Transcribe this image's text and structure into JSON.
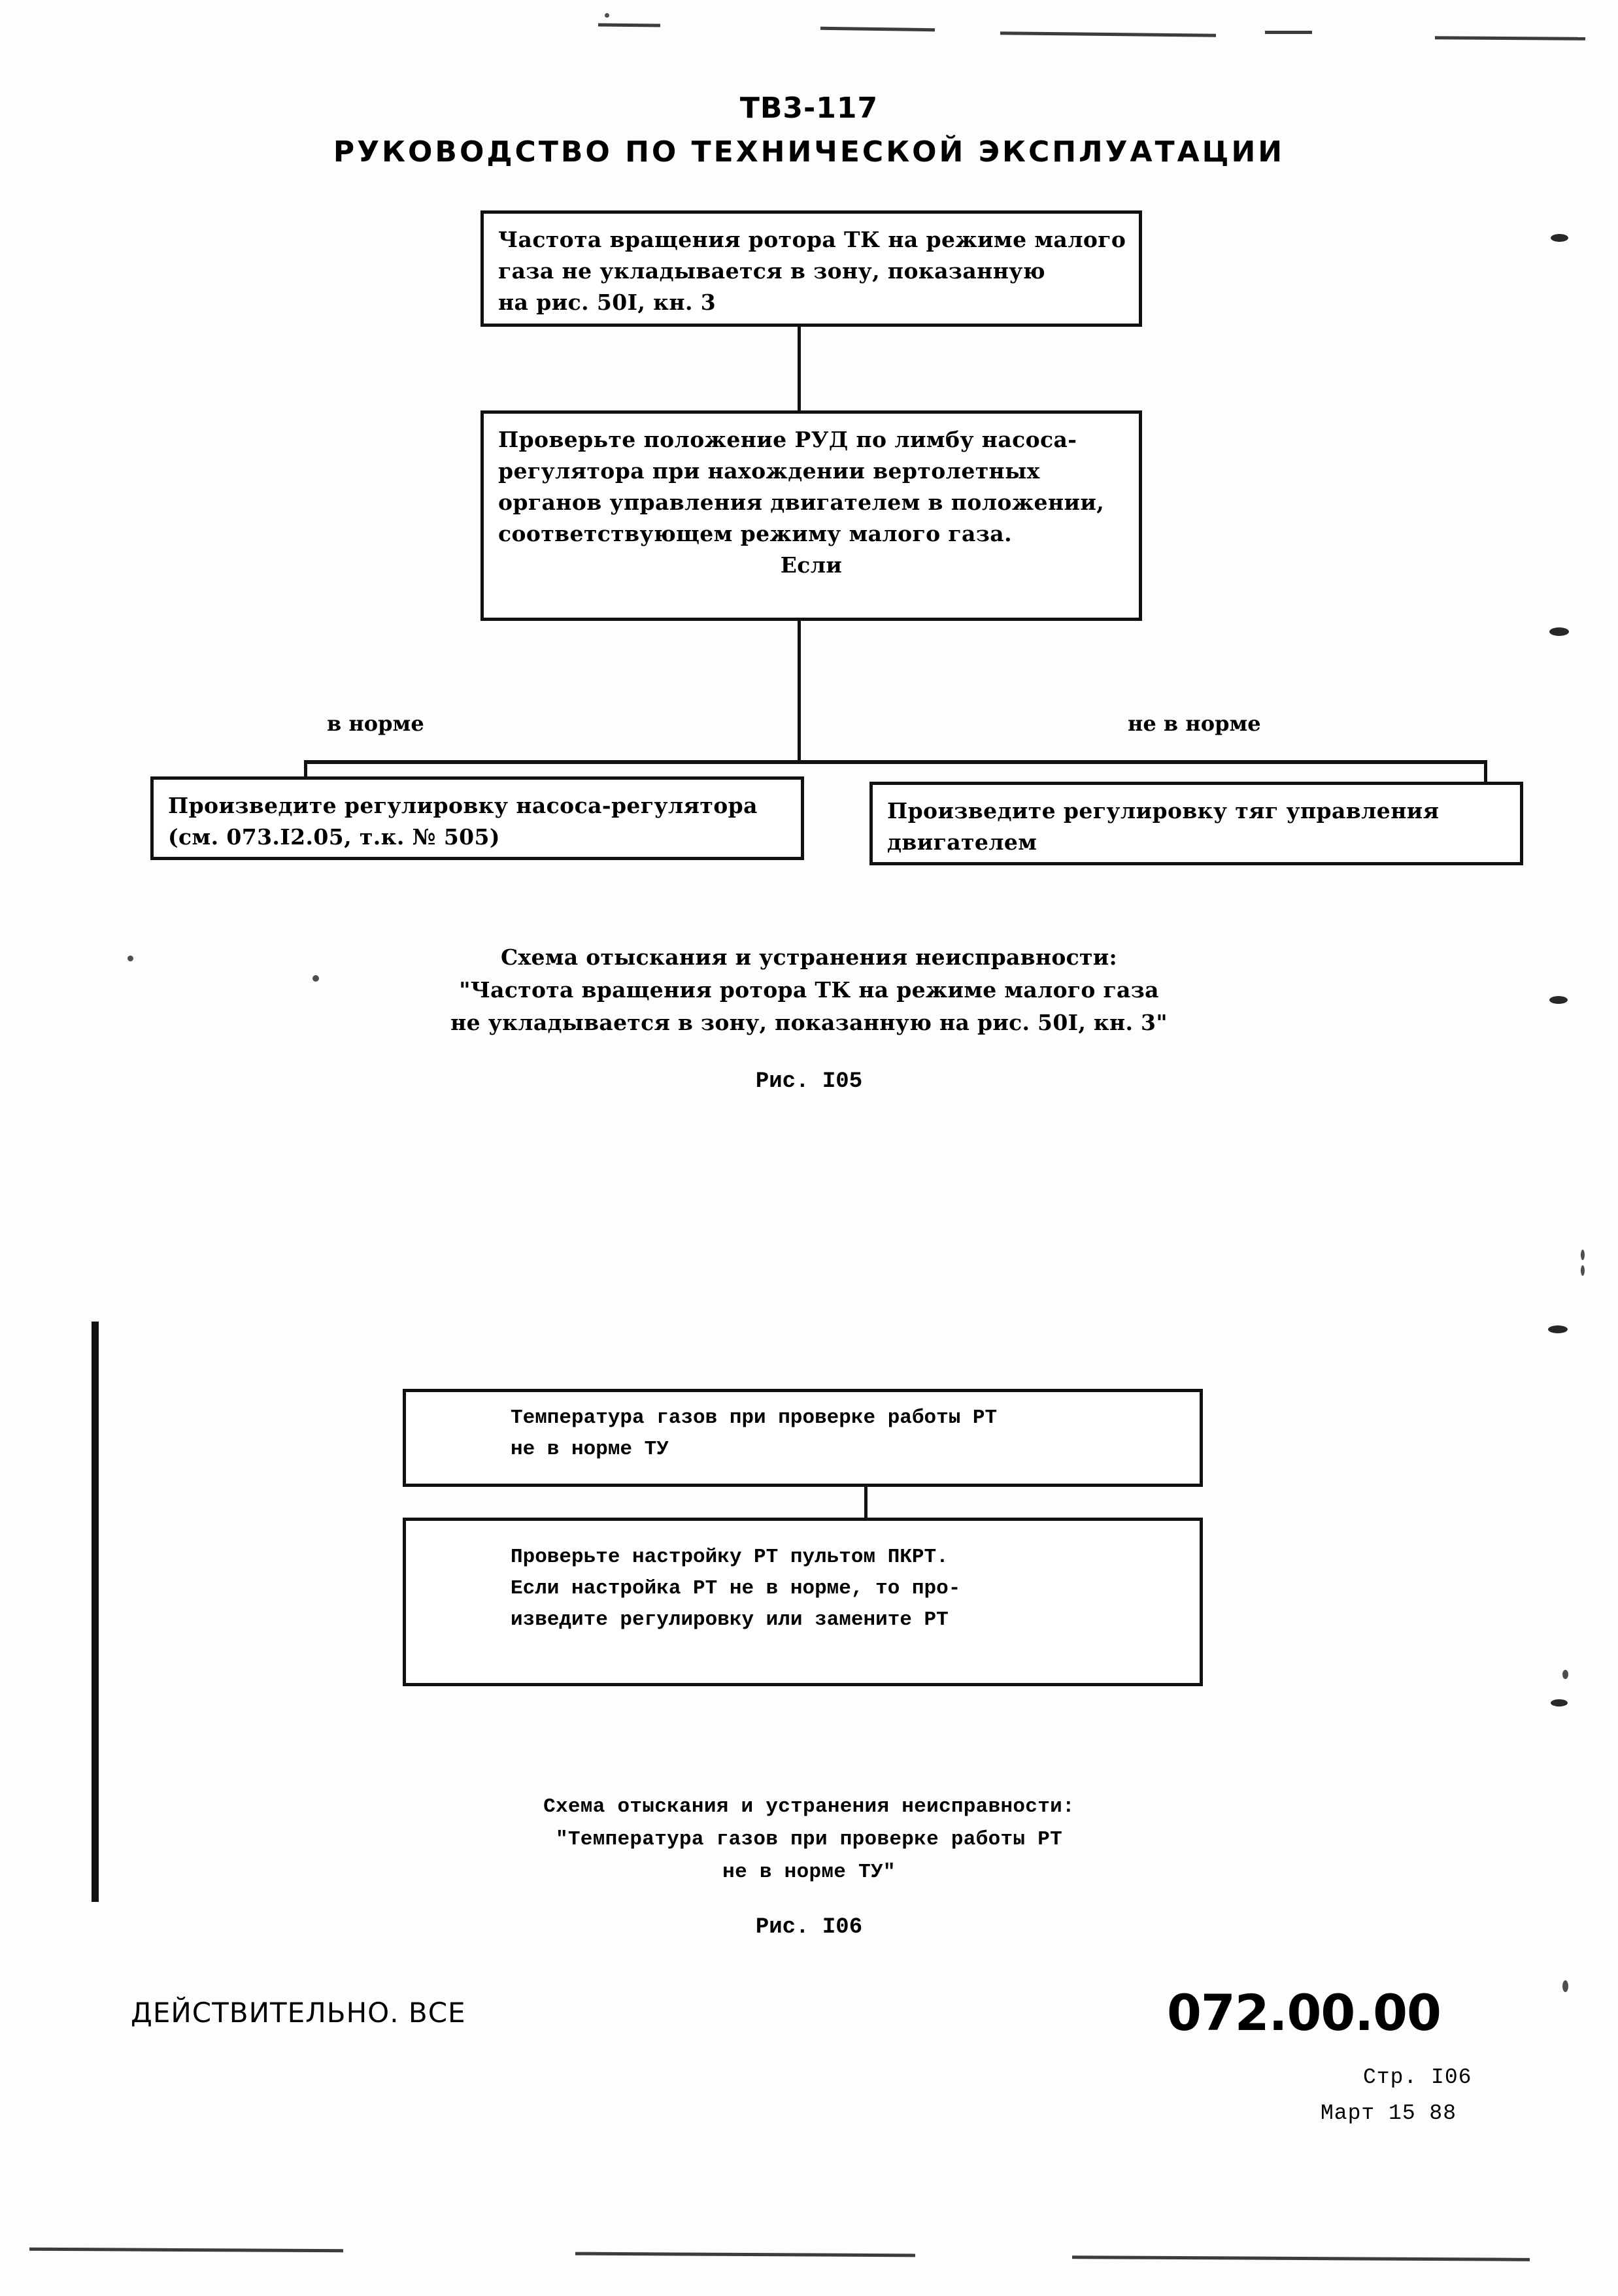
{
  "header": {
    "model": "ТВ3-117",
    "title": "РУКОВОДСТВО ПО ТЕХНИЧЕСКОЙ ЭКСПЛУАТАЦИИ"
  },
  "figure_105": {
    "problem_box": {
      "lines": [
        "Частота вращения ротора ТК на режиме малого",
        "газа не укладывается в зону, показанную",
        "на рис. 50I, кн. 3"
      ]
    },
    "check_box": {
      "lines": [
        "Проверьте положение РУД по лимбу насоса-",
        "регулятора при нахождении вертолетных",
        "органов управления двигателем в положении,",
        "соответствующем режиму малого газа."
      ],
      "condition": "Если"
    },
    "branch_left_label": "в норме",
    "branch_right_label": "не в норме",
    "action_left_box": {
      "lines": [
        "Произведите регулировку насоса-регулятора",
        "(см. 073.I2.05, т.к. № 505)"
      ]
    },
    "action_right_box": {
      "lines": [
        "Произведите регулировку тяг управления",
        "двигателем"
      ]
    },
    "caption": {
      "lines": [
        "Схема отыскания и устранения неисправности:",
        "\"Частота вращения ротора ТК на режиме малого газа",
        "не укладывается в зону, показанную на рис. 50I, кн. 3\""
      ]
    },
    "figure_label": "Рис. I05"
  },
  "figure_106": {
    "problem_box": {
      "lines": [
        "Температура газов при проверке работы РТ",
        "не в норме ТУ"
      ]
    },
    "action_box": {
      "lines": [
        "Проверьте настройку РТ пультом ПКРТ.",
        "Если настройка РТ не в норме, то про-",
        "изведите регулировку или замените РТ"
      ]
    },
    "caption": {
      "lines": [
        "Схема отыскания и устранения неисправности:",
        "\"Температура газов при проверке работы РТ",
        "не в норме ТУ\""
      ]
    },
    "figure_label": "Рис. I06"
  },
  "footer": {
    "validity": "ДЕЙСТВИТЕЛЬНО. ВСЕ",
    "doc_number": "072.00.00",
    "page_label": "Стр. I06",
    "date_label": "Март 15 88"
  }
}
